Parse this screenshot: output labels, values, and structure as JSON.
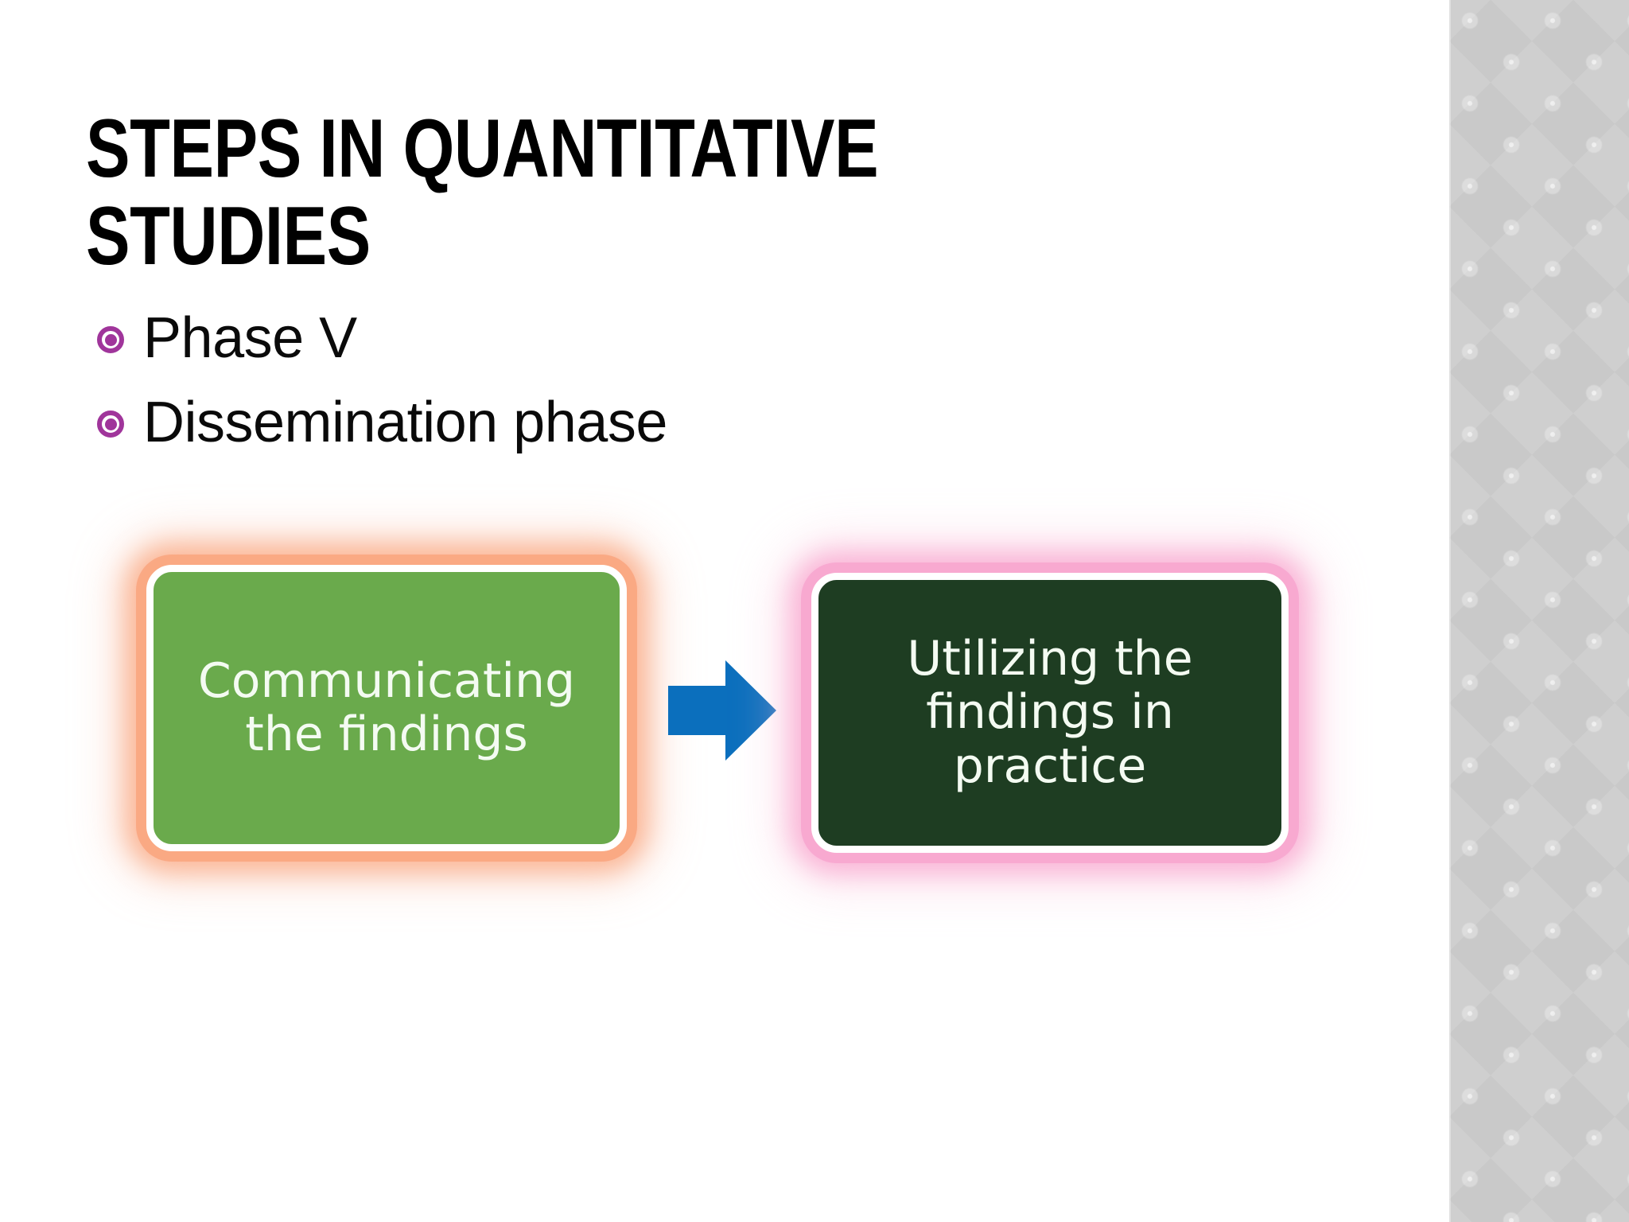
{
  "slide": {
    "title": "Steps in Quantitative Studies",
    "background_color": "#ffffff"
  },
  "bullets": [
    {
      "marker": "ring-dot-bullet-icon",
      "text": "Phase V"
    },
    {
      "marker": "ring-dot-bullet-icon",
      "text": "Dissemination phase"
    }
  ],
  "diagram": {
    "nodes": [
      {
        "id": "communicating",
        "label": "Communicating\nthe findings",
        "fill_color": "#6aaa4c",
        "glow_color": "#faa882",
        "border_color": "#ffffff",
        "text_color": "#f4fbf2"
      },
      {
        "id": "utilizing",
        "label": "Utilizing the\nfindings in\npractice",
        "fill_color": "#1e3d22",
        "glow_color": "#f8a8d0",
        "border_color": "#ffffff",
        "text_color": "#f4fbf2"
      }
    ],
    "connector": {
      "icon": "arrow-right-icon",
      "color": "#0b6fbd",
      "direction": "right"
    }
  },
  "decoration": {
    "panel": "diamond-pattern-panel",
    "base_color": "#c9c9c9",
    "diamond_color": "#cfcfcf"
  },
  "theme": {
    "bullet_color": "#a0359b",
    "title_color": "#000000",
    "body_text_color": "#0a0a0a"
  }
}
